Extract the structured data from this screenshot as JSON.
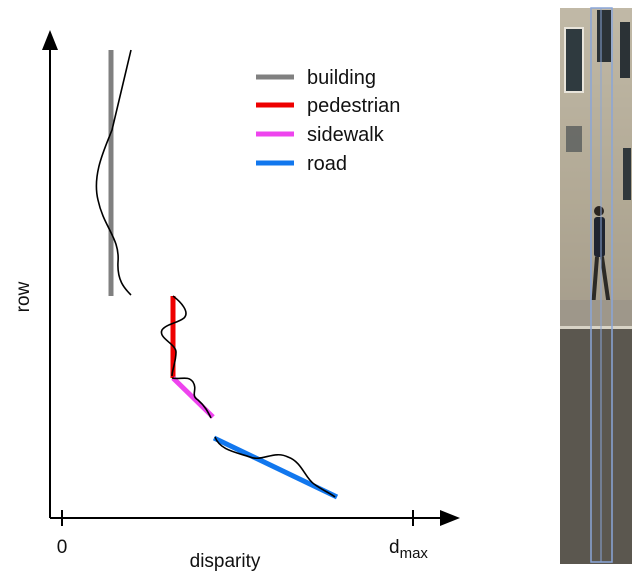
{
  "axes": {
    "y_label": "row",
    "x_label": "disparity",
    "x_tick_zero": "0",
    "x_tick_max_base": "d",
    "x_tick_max_sub": "max"
  },
  "legend": [
    {
      "label": "building",
      "color": "#808080"
    },
    {
      "label": "pedestrian",
      "color": "#ee0000"
    },
    {
      "label": "sidewalk",
      "color": "#ee44ee"
    },
    {
      "label": "road",
      "color": "#1177ee"
    }
  ],
  "colors": {
    "building": "#808080",
    "pedestrian": "#ee0000",
    "sidewalk": "#ee44ee",
    "road": "#1177ee",
    "curve": "#000000",
    "column_box": "#8aa6d8"
  }
}
